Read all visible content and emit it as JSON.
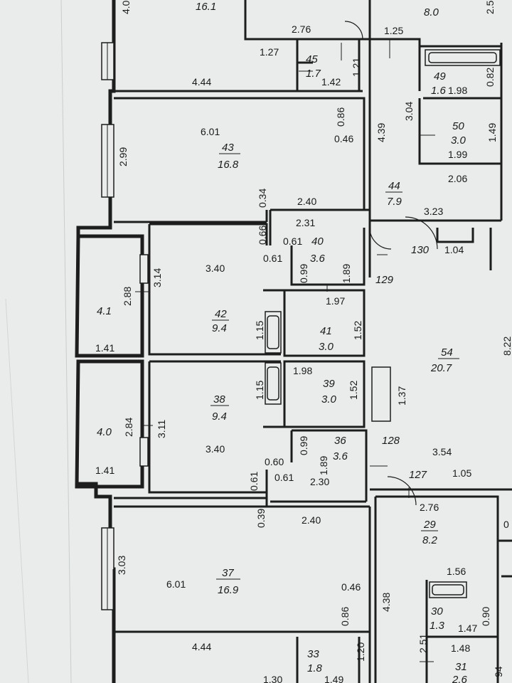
{
  "rooms": [
    {
      "id": "room-43",
      "number": "43",
      "area": "16.8"
    },
    {
      "id": "room-42",
      "number": "42",
      "area": "9.4"
    },
    {
      "id": "room-41",
      "number": "41",
      "area": "3.0"
    },
    {
      "id": "room-40",
      "number": "40",
      "area": "3.6"
    },
    {
      "id": "room-39",
      "number": "39",
      "area": "3.0"
    },
    {
      "id": "room-38",
      "number": "38",
      "area": "9.4"
    },
    {
      "id": "room-37",
      "number": "37",
      "area": "16.9"
    },
    {
      "id": "room-36",
      "number": "36",
      "area": "3.6"
    },
    {
      "id": "room-44",
      "number": "44",
      "area": "7.9"
    },
    {
      "id": "room-45",
      "number": "45",
      "area": "1.7"
    },
    {
      "id": "room-49",
      "number": "49",
      "area": "1.6"
    },
    {
      "id": "room-50",
      "number": "50",
      "area": "3.0"
    },
    {
      "id": "room-54",
      "number": "54",
      "area": "20.7"
    },
    {
      "id": "room-29",
      "number": "29",
      "area": "8.2"
    },
    {
      "id": "room-30",
      "number": "30",
      "area": "1.3"
    },
    {
      "id": "room-33",
      "number": "33",
      "area": "1.8"
    },
    {
      "id": "room-31",
      "number": "31",
      "area": "2.6"
    },
    {
      "id": "room-top-left",
      "number": "",
      "area": "16.1"
    },
    {
      "id": "room-top-right",
      "number": "",
      "area": "8.0"
    }
  ],
  "balcony_areas": {
    "upper": "4.1",
    "lower": "4.0"
  },
  "corridor_labels": [
    "130",
    "129",
    "128",
    "127"
  ],
  "dimensions": {
    "d_2_76_top": "2.76",
    "d_1_25": "1.25",
    "d_1_27": "1.27",
    "d_1_21": "1.21",
    "d_1_42": "1.42",
    "d_4_44_top": "4.44",
    "d_1_98_top": "1.98",
    "d_0_82": "0.82",
    "d_3_04": "3.04",
    "d_4_39": "4.39",
    "d_1_49_top": "1.49",
    "d_1_99": "1.99",
    "d_2_06": "2.06",
    "d_3_23": "3.23",
    "d_1_04": "1.04",
    "d_6_01_top": "6.01",
    "d_2_99": "2.99",
    "d_0_86_top": "0.86",
    "d_0_46_top": "0.46",
    "d_0_34": "0.34",
    "d_2_40_top": "2.40",
    "d_2_31": "2.31",
    "d_0_66": "0.66",
    "d_0_61_a": "0.61",
    "d_0_61_b": "0.61",
    "d_0_99_a": "0.99",
    "d_1_89_a": "1.89",
    "d_3_40_top": "3.40",
    "d_3_14": "3.14",
    "d_2_88": "2.88",
    "d_1_97": "1.97",
    "d_1_15_a": "1.15",
    "d_1_52_a": "1.52",
    "d_1_41_a": "1.41",
    "d_1_98_mid": "1.98",
    "d_1_15_b": "1.15",
    "d_1_52_b": "1.52",
    "d_1_37": "1.37",
    "d_2_84": "2.84",
    "d_3_11": "3.11",
    "d_1_41_b": "1.41",
    "d_3_40_bot": "3.40",
    "d_0_99_b": "0.99",
    "d_0_60": "0.60",
    "d_0_61_c": "0.61",
    "d_0_61_d": "0.61",
    "d_1_89_b": "1.89",
    "d_2_30": "2.30",
    "d_3_54": "3.54",
    "d_1_05": "1.05",
    "d_0_39": "0.39",
    "d_2_40_bot": "2.40",
    "d_2_76_bot": "2.76",
    "d_6_01_bot": "6.01",
    "d_3_03": "3.03",
    "d_0_46_bot": "0.46",
    "d_0_86_bot": "0.86",
    "d_4_38": "4.38",
    "d_1_56": "1.56",
    "d_0_90": "0.90",
    "d_1_47": "1.47",
    "d_2_51": "2.51",
    "d_1_48": "1.48",
    "d_4_44_bot": "4.44",
    "d_1_20": "1.20",
    "d_1_30": "1.30",
    "d_1_49_bot": "1.49",
    "d_4_0_top": "4.0",
    "d_2_5": "2.5",
    "d_8_22": "8.22",
    "d_0_cut": "0",
    "d_94": "94"
  },
  "colors": {
    "paper": "#e9ecea",
    "wall": "#1d1d1d",
    "ink": "#1a1a1a"
  }
}
